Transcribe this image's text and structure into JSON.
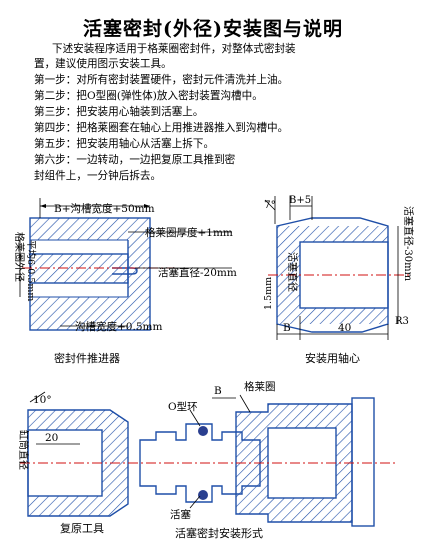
{
  "title": "活塞密封(外径)安装图与说明",
  "intro_line1": "下述安装程序适用于格莱圈密封件，对整体式密封装",
  "intro_line2": "置，建议使用图示安装工具。",
  "steps": [
    "第一步：对所有密封装置硬件，密封元件清洗并上油。",
    "第二步：把O型圈(弹性体)放入密封装置沟槽中。",
    "第三步：把安装用心轴装到活塞上。",
    "第四步：把格莱圈套在轴心上用推进器推入到沟槽中。",
    "第五步：把安装用轴心从活塞上拆下。",
    "第六步：一边转动，一边把复原工具推到密"
  ],
  "step6_cont": "封组件上，一分钟后拆去。",
  "fig1": {
    "top_dim": "B+沟槽宽度+50mm",
    "label_thickness": "格莱圈厚度+1mm",
    "label_piston": "活塞直径-20mm",
    "label_groove": "沟槽宽度+0.5mm",
    "label_outer": "格莱圈外径",
    "label_flat": "平均6-0.5mm",
    "caption": "密封件推进器"
  },
  "fig2": {
    "angle": "7°",
    "top_dim": "B+5",
    "label_dia": "活塞直径",
    "label_right": "活塞直径-30mm",
    "dim_b": "B",
    "dim_40": "40",
    "dim_r3": "R3",
    "dim_left": "1.5mm",
    "caption": "安装用轴心"
  },
  "fig3": {
    "angle": "10°",
    "dim_20": "20",
    "label_cyl": "缸筒直径",
    "label_oring": "O型环",
    "label_b": "B",
    "label_glyd": "格莱圈",
    "label_piston": "活塞",
    "caption_left": "复原工具",
    "caption_right": "活塞密封安装形式"
  },
  "colors": {
    "outline": "#1f4fa8",
    "centerline": "#d01010"
  }
}
